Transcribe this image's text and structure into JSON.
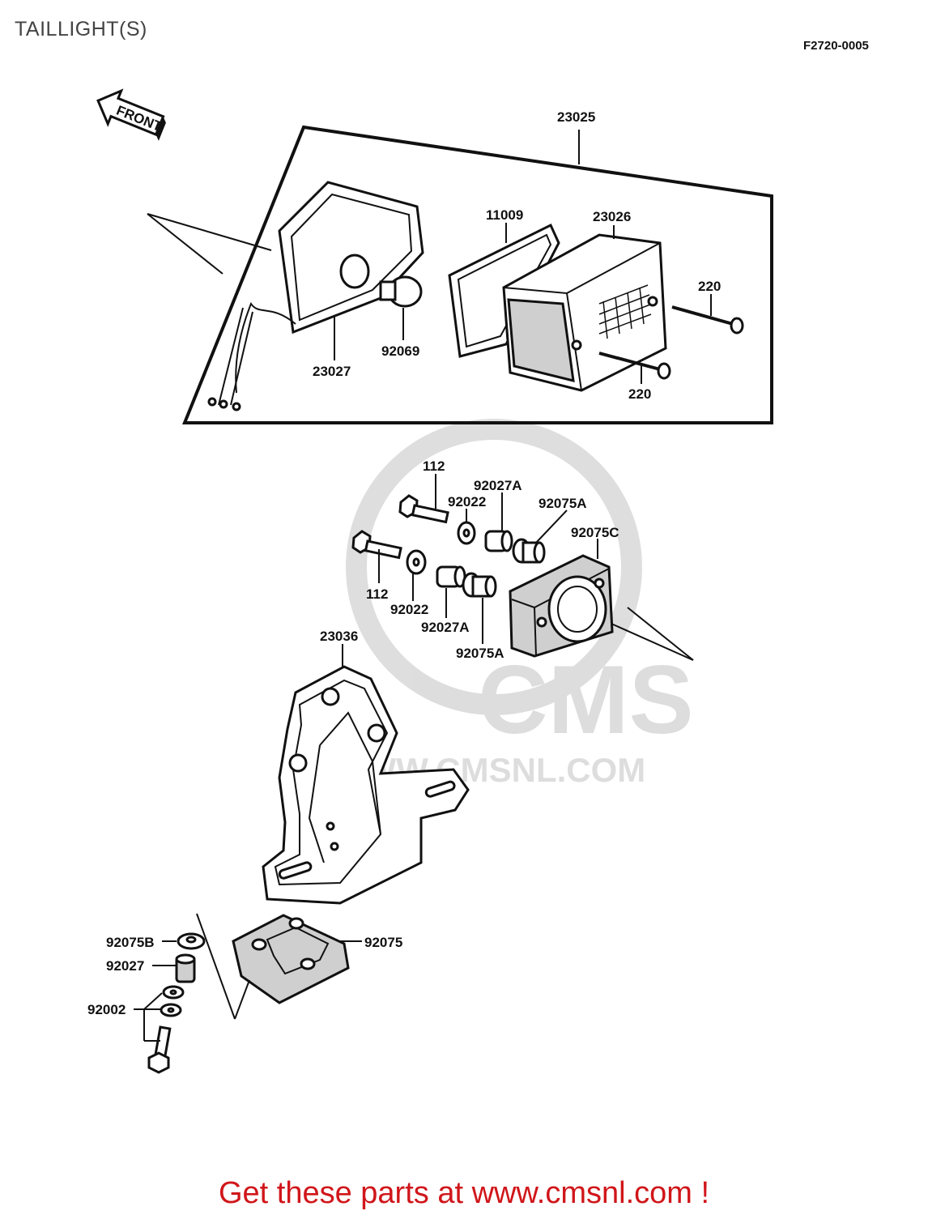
{
  "header": {
    "title": "TAILLIGHT(S)",
    "diagram_code": "F2720-0005"
  },
  "front_arrow": {
    "label": "FRONT",
    "icon": "front-direction-arrow-icon"
  },
  "watermark": {
    "text": "WWW.CMSNL.COM",
    "logo_text": "CMS"
  },
  "parts": {
    "p23025": "23025",
    "p11009": "11009",
    "p23026": "23026",
    "p220a": "220",
    "p220b": "220",
    "p23027": "23027",
    "p92069": "92069",
    "p112a": "112",
    "p92022a": "92022",
    "p92027Aa": "92027A",
    "p92075Aa": "92075A",
    "p92075C": "92075C",
    "p112b": "112",
    "p92022b": "92022",
    "p92027Ab": "92027A",
    "p92075Ab": "92075A",
    "p23036": "23036",
    "p92075B": "92075B",
    "p92027": "92027",
    "p92002": "92002",
    "p92075": "92075"
  },
  "footer": {
    "cta": "Get these parts at www.cmsnl.com !"
  }
}
